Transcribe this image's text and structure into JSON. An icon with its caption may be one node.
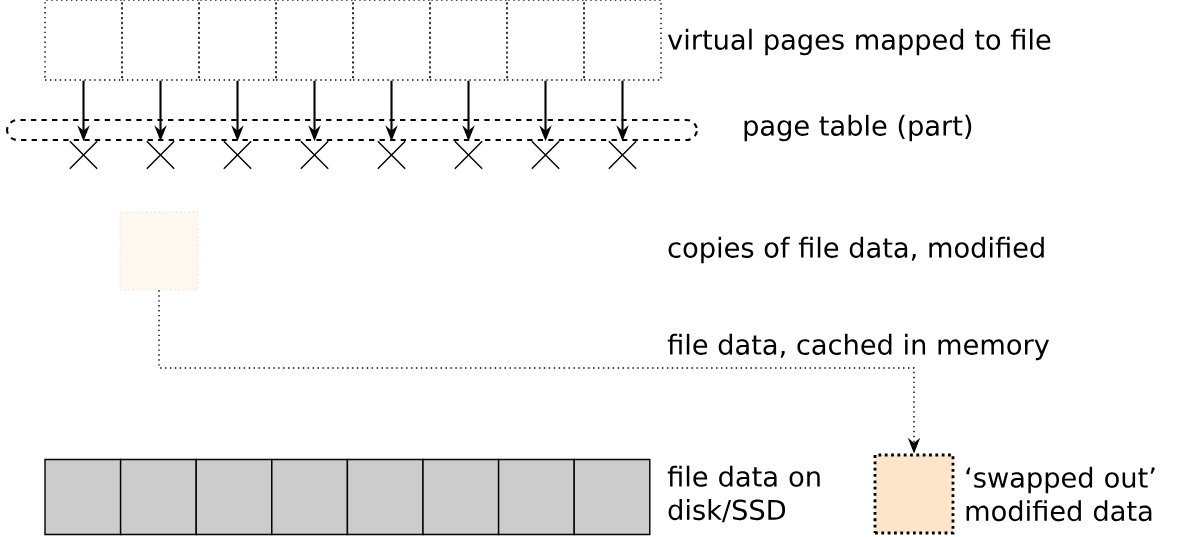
{
  "diagram": {
    "nodes": [
      {
        "text": [],
        "shape": "box"
      },
      {
        "text": [],
        "shape": "box"
      },
      {
        "text": [],
        "shape": "box"
      },
      {
        "text": [],
        "shape": "box"
      },
      {
        "text": [],
        "shape": "box"
      },
      {
        "text": [],
        "shape": "box"
      },
      {
        "text": [],
        "shape": "box"
      },
      {
        "text": [],
        "shape": "box"
      },
      {
        "text": [],
        "shape": "cross"
      },
      {
        "text": [],
        "shape": "cross"
      },
      {
        "text": [],
        "shape": "cross"
      },
      {
        "text": [],
        "shape": "cross"
      },
      {
        "text": [],
        "shape": "cross"
      },
      {
        "text": [],
        "shape": "cross"
      },
      {
        "text": [],
        "shape": "cross"
      },
      {
        "text": [],
        "shape": "cross"
      },
      {
        "text": [],
        "shape": "box"
      },
      {
        "text": [],
        "shape": "box"
      },
      {
        "text": [],
        "shape": "box"
      },
      {
        "text": [],
        "shape": "box"
      },
      {
        "text": [],
        "shape": "box"
      },
      {
        "text": [],
        "shape": "box"
      },
      {
        "text": [],
        "shape": "box"
      },
      {
        "text": [],
        "shape": "box"
      },
      {
        "text": [],
        "shape": "box"
      },
      {
        "text": [],
        "shape": "box"
      }
    ],
    "edges": [
      {
        "from": 0,
        "to": 8,
        "arrow": "to"
      },
      {
        "from": 1,
        "to": 9,
        "arrow": "to"
      },
      {
        "from": 2,
        "to": 10,
        "arrow": "to"
      },
      {
        "from": 3,
        "to": 11,
        "arrow": "to"
      },
      {
        "from": 4,
        "to": 12,
        "arrow": "to"
      },
      {
        "from": 5,
        "to": 13,
        "arrow": "to"
      },
      {
        "from": 6,
        "to": 14,
        "arrow": "to"
      },
      {
        "from": 7,
        "to": 15,
        "arrow": "to"
      },
      {
        "from": 16,
        "to": 25,
        "arrow": "to",
        "style": "dashed"
      }
    ],
    "labels": [
      "virtual pages mapped to file",
      "page table (part)",
      "copies of file data, modified",
      "file data, cached in memory",
      "file data on disk/SSD",
      "‘swapped out’ modified data"
    ]
  }
}
